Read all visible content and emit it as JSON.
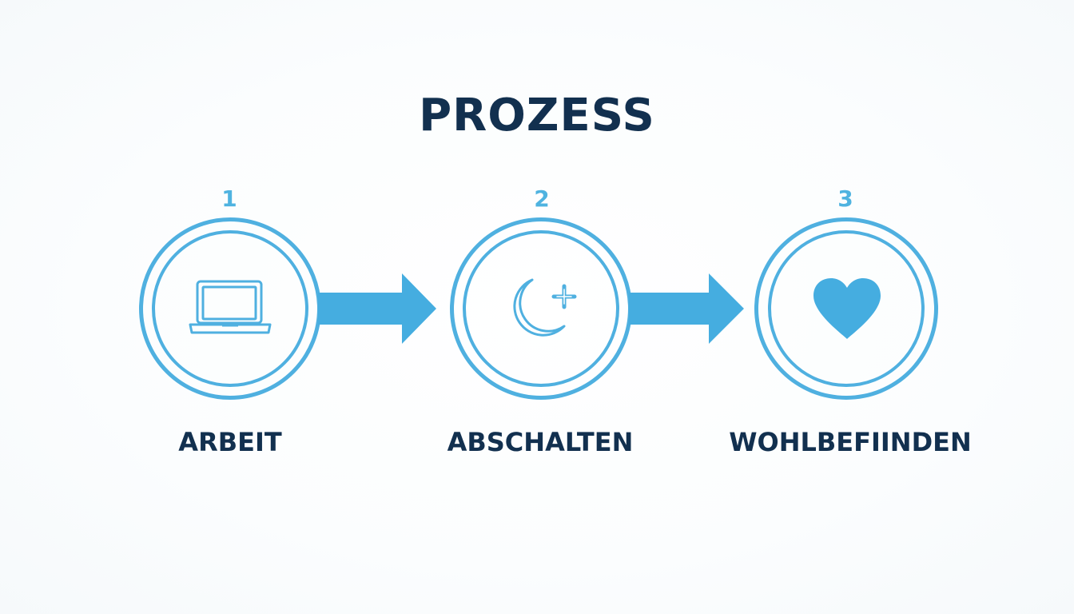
{
  "diagram": {
    "title": "PROZESS",
    "steps": [
      {
        "number": "1",
        "label": "ARBEIT",
        "icon": "laptop-icon"
      },
      {
        "number": "2",
        "label": "ABSCHALTEN",
        "icon": "moon-sparkle-icon"
      },
      {
        "number": "3",
        "label": "WOHLBEFIINDEN",
        "icon": "heart-icon"
      }
    ]
  },
  "colors": {
    "accent": "#4fb0e0",
    "arrow": "#45ade0",
    "text": "#12304f"
  }
}
